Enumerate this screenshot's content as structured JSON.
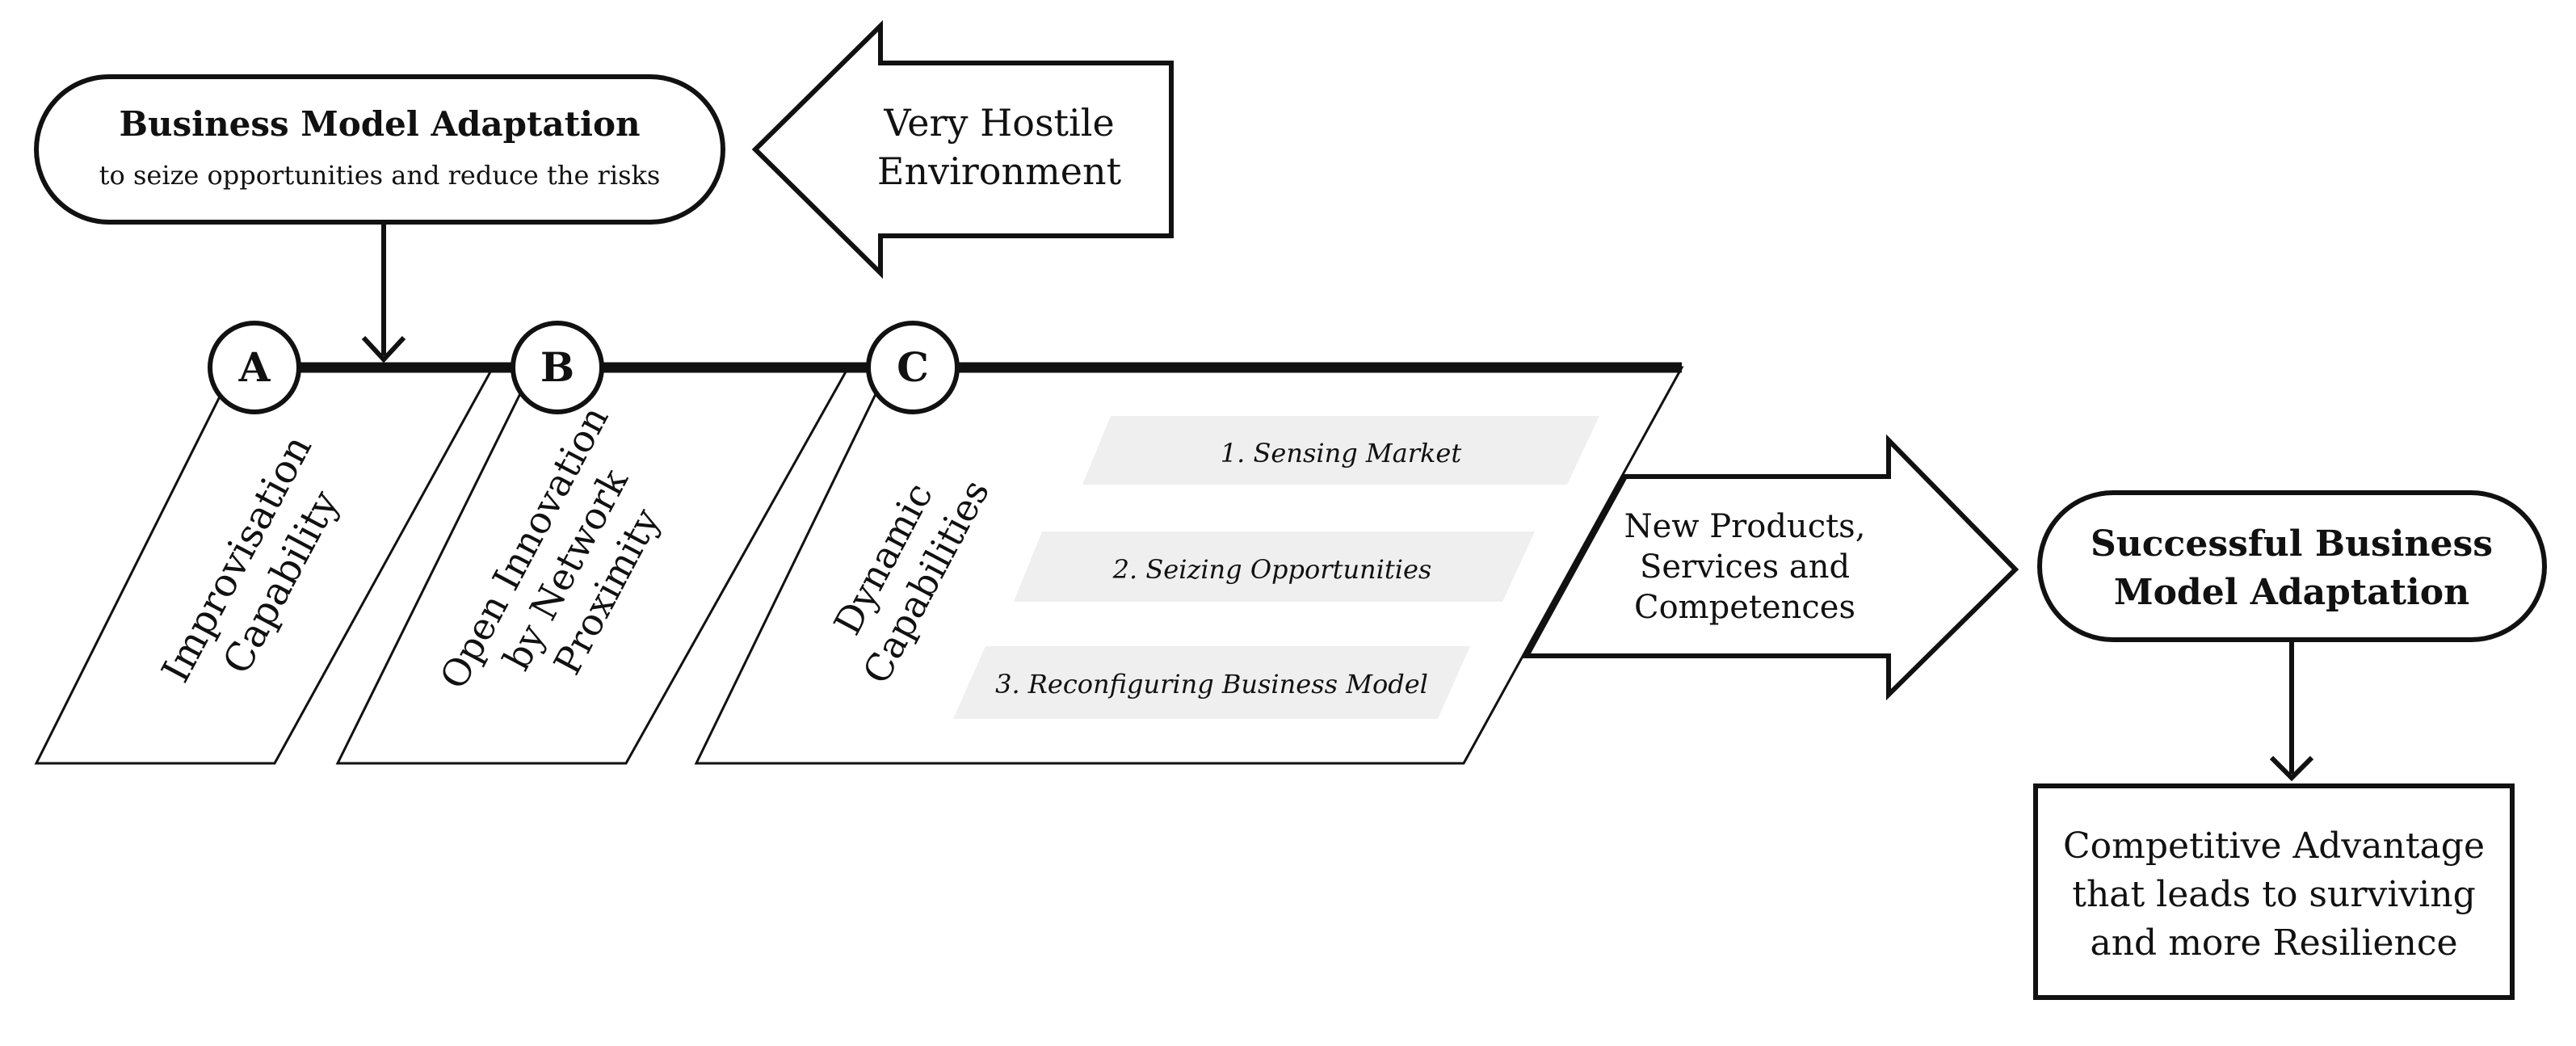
{
  "top_box": {
    "title": "Business Model Adaptation",
    "subtitle": "to seize opportunities and reduce the risks"
  },
  "environment_arrow": {
    "line1": "Very Hostile",
    "line2": "Environment"
  },
  "stages": [
    {
      "letter": "A",
      "lines": [
        "Improvisation",
        "Capability"
      ]
    },
    {
      "letter": "B",
      "lines": [
        "Open Innovation",
        "by Network",
        "Proximity"
      ]
    },
    {
      "letter": "C",
      "lines": [
        "Dynamic",
        "Capabilities"
      ]
    }
  ],
  "capability_steps": [
    "1. Sensing Market",
    "2. Seizing Opportunities",
    "3. Reconfiguring Business Model"
  ],
  "output_arrow": {
    "lines": [
      "New Products,",
      "Services and",
      "Competences"
    ]
  },
  "result_box": {
    "lines": [
      "Successful Business",
      "Model Adaptation"
    ]
  },
  "final_box": {
    "lines": [
      "Competitive Advantage",
      "that leads to surviving",
      "and more Resilience"
    ]
  },
  "colors": {
    "stroke": "#111111",
    "step_band": "#efefef",
    "background": "#ffffff"
  }
}
